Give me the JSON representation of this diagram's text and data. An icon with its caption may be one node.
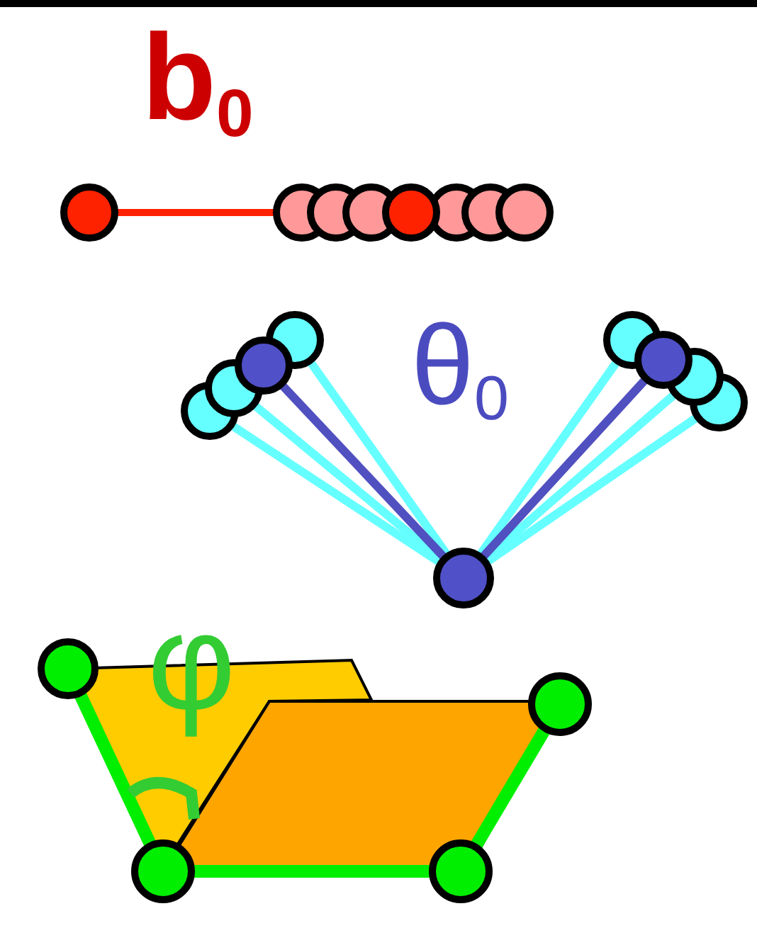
{
  "diagram": {
    "labels": [
      "b$_{0}$",
      "θ$_{0}$",
      "φ"
    ]
  }
}
